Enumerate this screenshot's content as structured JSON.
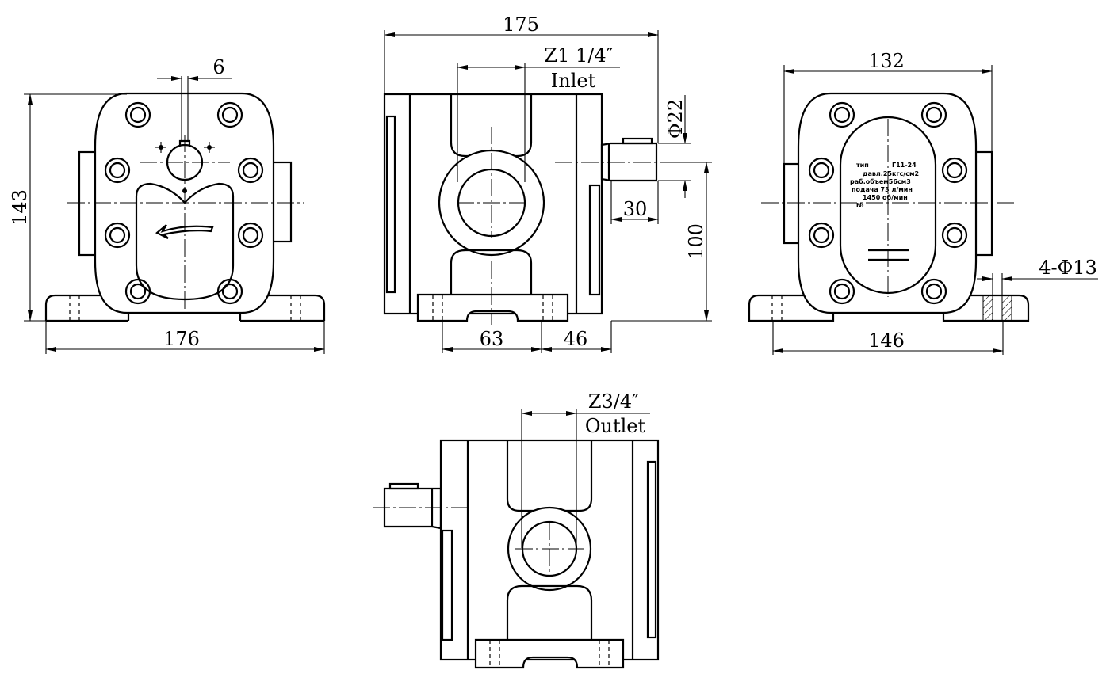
{
  "front_view": {
    "dims": {
      "height": "143",
      "width": "176",
      "key": "6"
    }
  },
  "side_view": {
    "dims": {
      "length": "175",
      "shaft_dia": "Φ22",
      "shaft_len": "30",
      "axis_height": "100",
      "foot_a": "63",
      "foot_b": "46"
    },
    "inlet": {
      "thread": "Z1 1/4″",
      "label": "Inlet"
    }
  },
  "rear_view": {
    "dims": {
      "width": "132",
      "base": "146",
      "holes": "4-Φ13"
    },
    "nameplate": {
      "lines": [
        "тип",
        "Г11-24",
        "давл.25кгс/см2",
        "раб.объем56см3",
        "подача 73 л/мин",
        "1450 об/мин",
        "№"
      ]
    }
  },
  "bottom_view": {
    "outlet": {
      "thread": "Z3/4″",
      "label": "Outlet"
    }
  },
  "icons": [
    "rotation-arrow-icon"
  ]
}
